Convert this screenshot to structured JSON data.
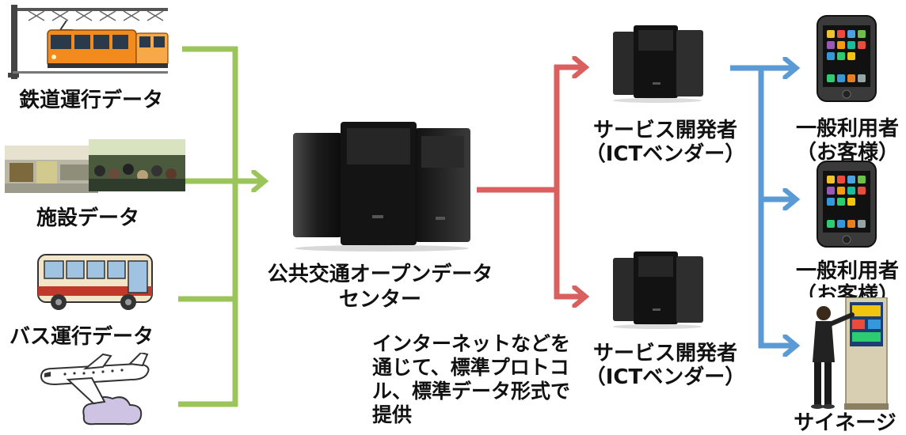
{
  "sources": {
    "railway": "鉄道運行データ",
    "facility": "施設データ",
    "bus": "バス運行データ"
  },
  "center": {
    "line1": "公共交通オープンデータ",
    "line2": "センター"
  },
  "vendor_top": {
    "line1": "サービス開発者",
    "line2": "（ICTベンダー）"
  },
  "vendor_bottom": {
    "line1": "サービス開発者",
    "line2": "（ICTベンダー）"
  },
  "note": {
    "line1": "インターネットなどを",
    "line2": "通じて、標準プロトコ",
    "line3": "ル、標準データ形式で",
    "line4": "提供"
  },
  "users": {
    "user1_line1": "一般利用者",
    "user1_line2": "（お客様）",
    "user2_line1": "一般利用者",
    "user2_line2": "（お客様）",
    "signage": "サイネージ"
  },
  "colors": {
    "green": "#9bc45a",
    "red": "#d9605f",
    "blue": "#5b9bd5"
  },
  "icons": [
    "train-icon",
    "station-photo",
    "bus-icon",
    "airplane-icon",
    "server-icon",
    "smartphone-icon",
    "signage-kiosk-icon"
  ]
}
